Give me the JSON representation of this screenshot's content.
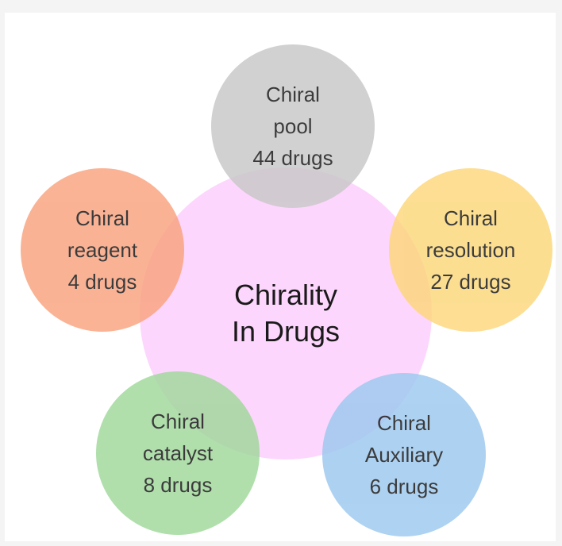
{
  "center": {
    "line1": "Chirality",
    "line2": "In Drugs",
    "color": "#fdcffd"
  },
  "satellites": [
    {
      "key": "pool",
      "line1": "Chiral",
      "line2": "pool",
      "line3": "44 drugs",
      "color": "#c8c8c8"
    },
    {
      "key": "reagent",
      "line1": "Chiral",
      "line2": "reagent",
      "line3": "4 drugs",
      "color": "#f9a27e"
    },
    {
      "key": "resolution",
      "line1": "Chiral",
      "line2": "resolution",
      "line3": "27 drugs",
      "color": "#fcd77a"
    },
    {
      "key": "catalyst",
      "line1": "Chiral",
      "line2": "catalyst",
      "line3": "8 drugs",
      "color": "#9fd89a"
    },
    {
      "key": "auxiliary",
      "line1": "Chiral",
      "line2": "Auxiliary",
      "line3": "6 drugs",
      "color": "#9cc8ee"
    }
  ]
}
